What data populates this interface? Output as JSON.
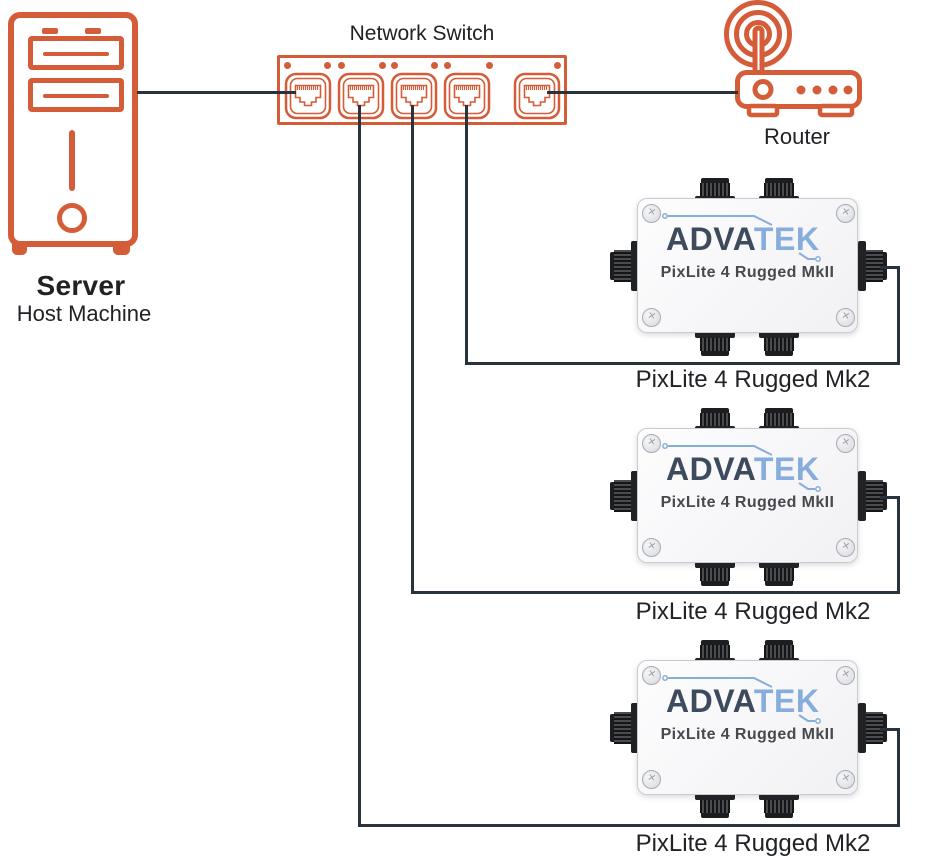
{
  "server": {
    "label": "Server",
    "sublabel": "Host Machine"
  },
  "network_switch": {
    "label": "Network Switch",
    "port_count": 5
  },
  "router": {
    "label": "Router"
  },
  "pixlite_devices": [
    {
      "caption": "PixLite 4 Rugged Mk2"
    },
    {
      "caption": "PixLite 4 Rugged Mk2"
    },
    {
      "caption": "PixLite 4 Rugged Mk2"
    }
  ],
  "pixlite_face": {
    "brand_left": "ADVA",
    "brand_right": "TEK",
    "model": "PixLite 4 Rugged MkII"
  },
  "colors": {
    "outline_orange": "#D45C38",
    "cable_dark": "#28333E",
    "text_dark": "#202225",
    "brand_dark": "#3D4B5C",
    "brand_light": "#87ADDC",
    "model_text": "#47494E"
  }
}
